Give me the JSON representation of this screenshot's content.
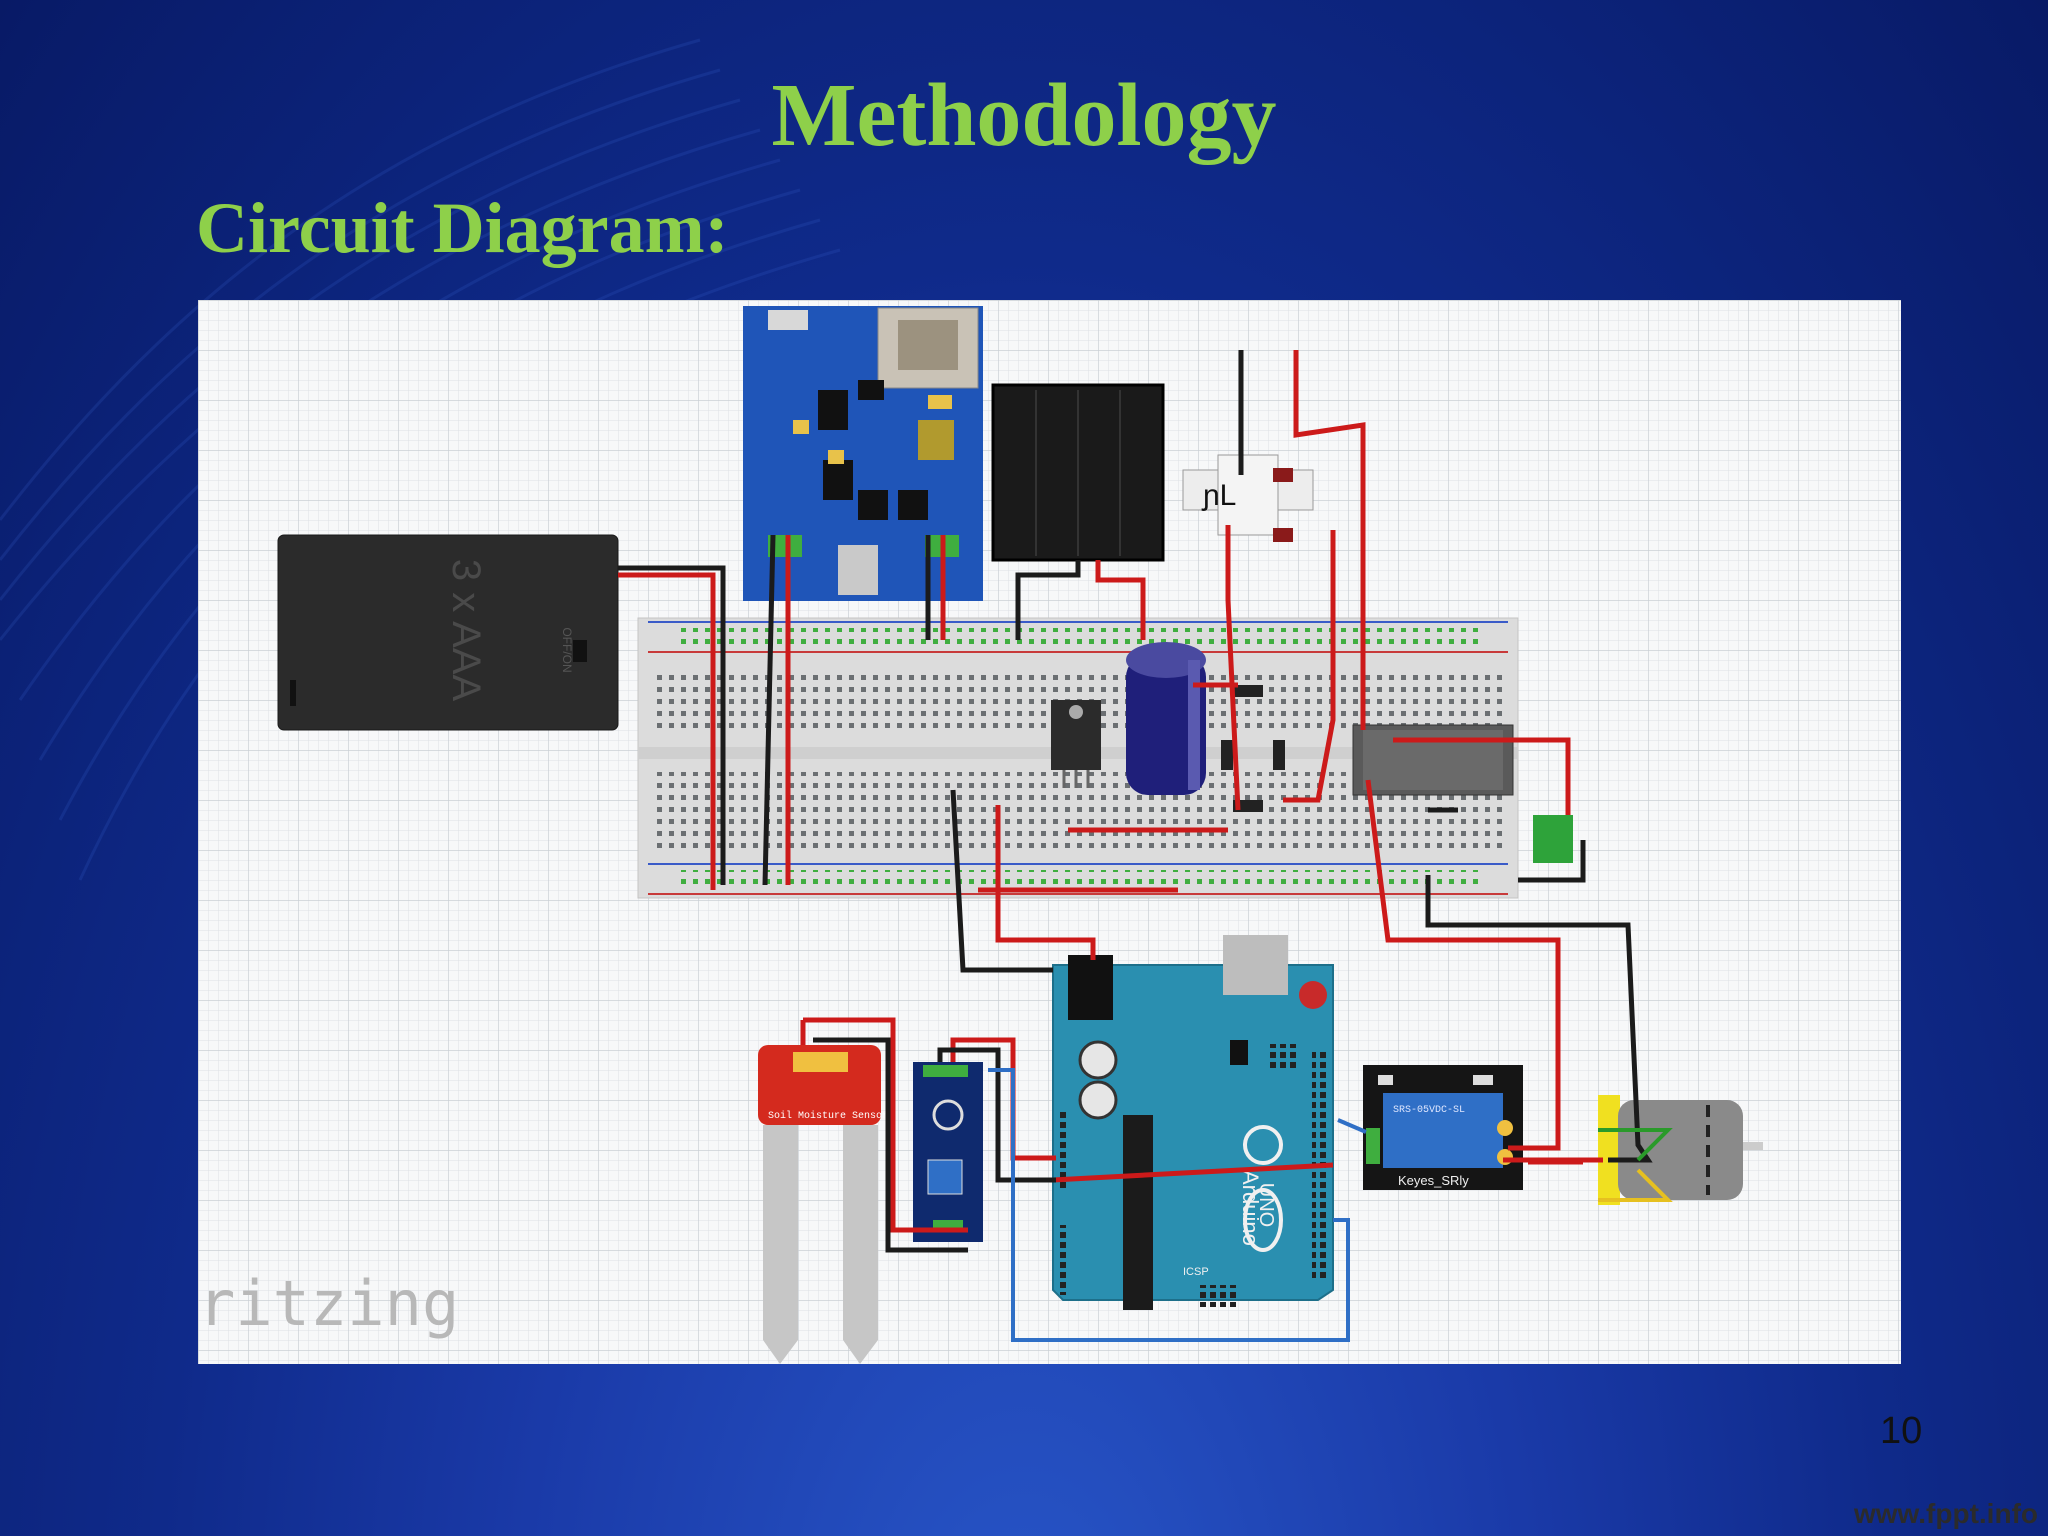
{
  "slide": {
    "title": "Methodology",
    "subtitle": "Circuit Diagram:",
    "page_number": "10",
    "footer_url": "www.fppt.info"
  },
  "diagram": {
    "watermark": "ritzing",
    "battery_label": "3 x AAA",
    "battery_switch": "OFF/ON",
    "relay_label": "Keyes_SRly",
    "relay_chip": "SRS-05VDC-SL",
    "arduino_brand": "Arduino",
    "arduino_model": "UNO",
    "sensor_label": "Soil Moisture Sensor",
    "icsp_label": "ICSP"
  },
  "colors": {
    "title_green": "#8ed04a",
    "wire_red": "#cc1a1a",
    "wire_black": "#1b1b1b",
    "wire_blue": "#2f6fc6",
    "arduino_teal": "#2a8fb0",
    "board_blue": "#1f55b8"
  }
}
